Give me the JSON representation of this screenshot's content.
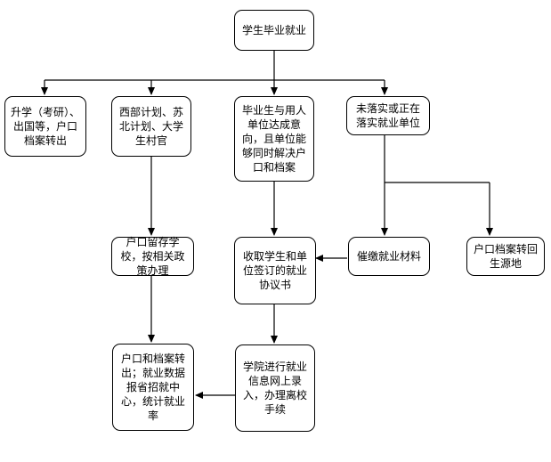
{
  "diagram": {
    "nodes": [
      {
        "id": "start",
        "text": "学生毕业就业"
      },
      {
        "id": "further",
        "text": "升学（考研）、出国等，户口档案转出"
      },
      {
        "id": "western",
        "text": "西部计划、苏北计划、大学生村官"
      },
      {
        "id": "employed",
        "text": "毕业生与用人单位达成意向，且单位能够同时解决户口和档案"
      },
      {
        "id": "unemployed",
        "text": "未落实或正在落实就业单位"
      },
      {
        "id": "keep",
        "text": "户口留存学校，按相关政策办理"
      },
      {
        "id": "collect",
        "text": "收取学生和单位签订的就业协议书"
      },
      {
        "id": "submit",
        "text": "催缴就业材料"
      },
      {
        "id": "return",
        "text": "户口档案转回生源地"
      },
      {
        "id": "transfer",
        "text": "户口和档案转出；就业数据报省招就中心，统计就业率"
      },
      {
        "id": "register",
        "text": "学院进行就业信息网上录入，办理离校手续"
      }
    ]
  }
}
